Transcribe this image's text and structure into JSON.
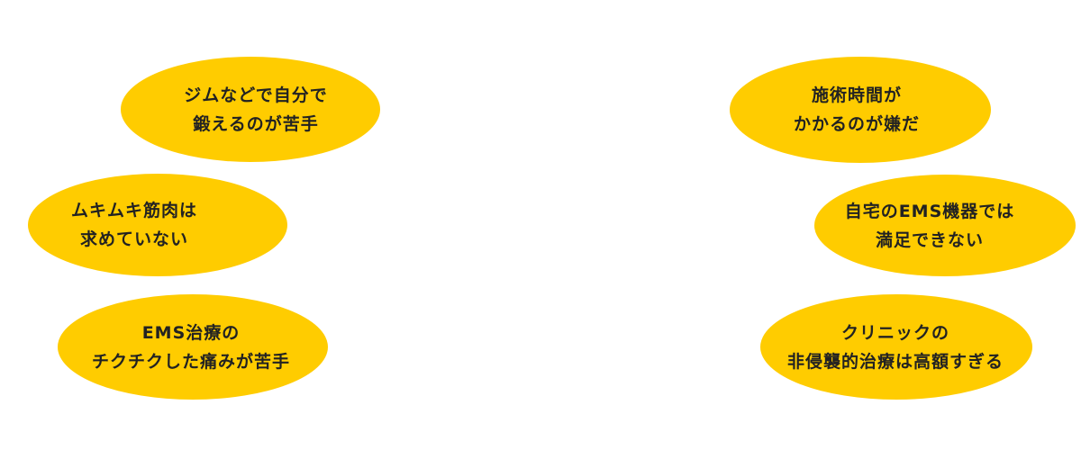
{
  "colors": {
    "bubble": "#FFCC00",
    "text": "#222222",
    "background": "#FFFFFF"
  },
  "bubbles": [
    {
      "line1": "ジムなどで自分で",
      "line2": "鍛えるのが苦手"
    },
    {
      "line1": "ムキムキ筋肉は",
      "line2": "求めていない"
    },
    {
      "line1": "EMS治療の",
      "line2": "チクチクした痛みが苦手"
    },
    {
      "line1": "施術時間が",
      "line2": "かかるのが嫌だ"
    },
    {
      "line1": "自宅のEMS機器では",
      "line2": "満足できない"
    },
    {
      "line1": "クリニックの",
      "line2": "非侵襲的治療は高額すぎる"
    }
  ]
}
